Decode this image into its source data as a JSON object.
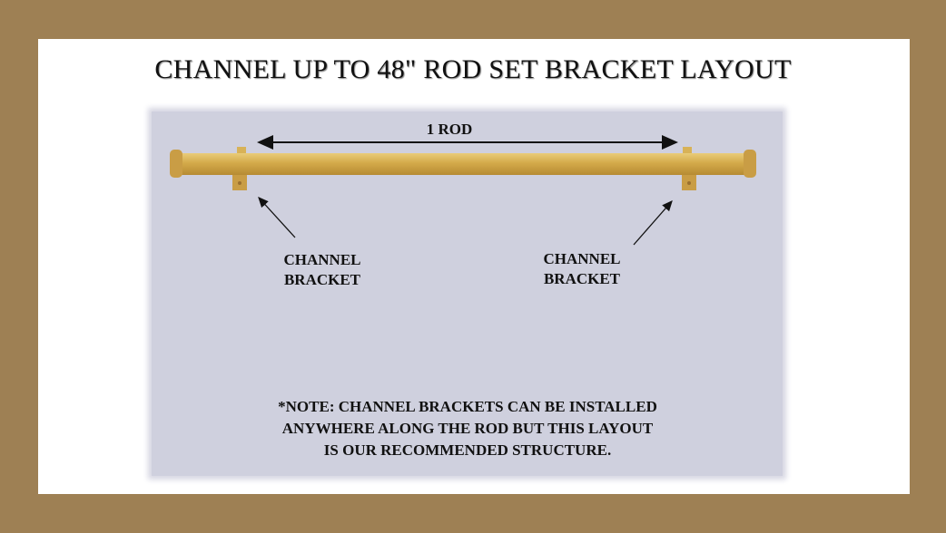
{
  "title": "CHANNEL UP TO 48\" ROD SET BRACKET LAYOUT",
  "rod_label": "1 ROD",
  "left_bracket": {
    "line1": "CHANNEL",
    "line2": "BRACKET"
  },
  "right_bracket": {
    "line1": "CHANNEL",
    "line2": "BRACKET"
  },
  "note": {
    "line1": "*NOTE: CHANNEL BRACKETS CAN BE INSTALLED",
    "line2": "ANYWHERE ALONG THE ROD BUT THIS LAYOUT",
    "line3": "IS OUR RECOMMENDED STRUCTURE."
  },
  "colors": {
    "frame": "#9e8054",
    "wall": "#cfd0de",
    "rod": "#d4aa4a"
  }
}
